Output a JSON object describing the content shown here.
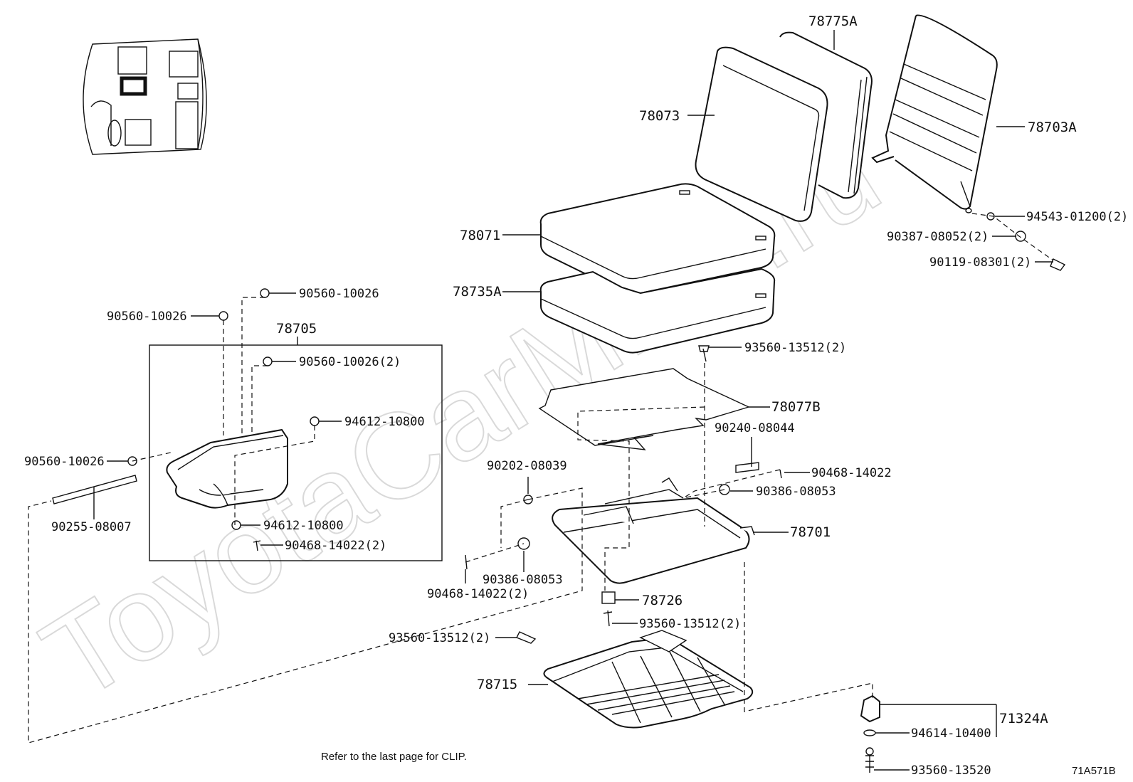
{
  "watermark": "ToyotaCarMine.ru",
  "footer_note": "Refer to the last page for CLIP.",
  "diagram_code": "71A571B",
  "labels": {
    "l_78775A": "78775A",
    "l_78073": "78073",
    "l_78703A": "78703A",
    "l_94543": "94543-01200(2)",
    "l_90387": "90387-08052(2)",
    "l_90119": "90119-08301(2)",
    "l_78071": "78071",
    "l_78735A": "78735A",
    "l_93560_a": "93560-13512(2)",
    "l_78077B": "78077B",
    "l_90240": "90240-08044",
    "l_90468_a": "90468-14022",
    "l_90386_a": "90386-08053",
    "l_78701": "78701",
    "l_90202": "90202-08039",
    "l_90386_b": "90386-08053",
    "l_90468_b": "90468-14022(2)",
    "l_78726": "78726",
    "l_93560_b": "93560-13512(2)",
    "l_93560_c": "93560-13512(2)",
    "l_78715": "78715",
    "l_71324A": "71324A",
    "l_94614": "94614-10400",
    "l_93560_d": "93560-13520",
    "l_90560_a": "90560-10026",
    "l_90560_b": "90560-10026",
    "l_78705": "78705",
    "l_90560_c": "90560-10026(2)",
    "l_94612_a": "94612-10800",
    "l_90560_d": "90560-10026",
    "l_90255": "90255-08007",
    "l_94612_b": "94612-10800",
    "l_90468_c": "90468-14022(2)"
  }
}
